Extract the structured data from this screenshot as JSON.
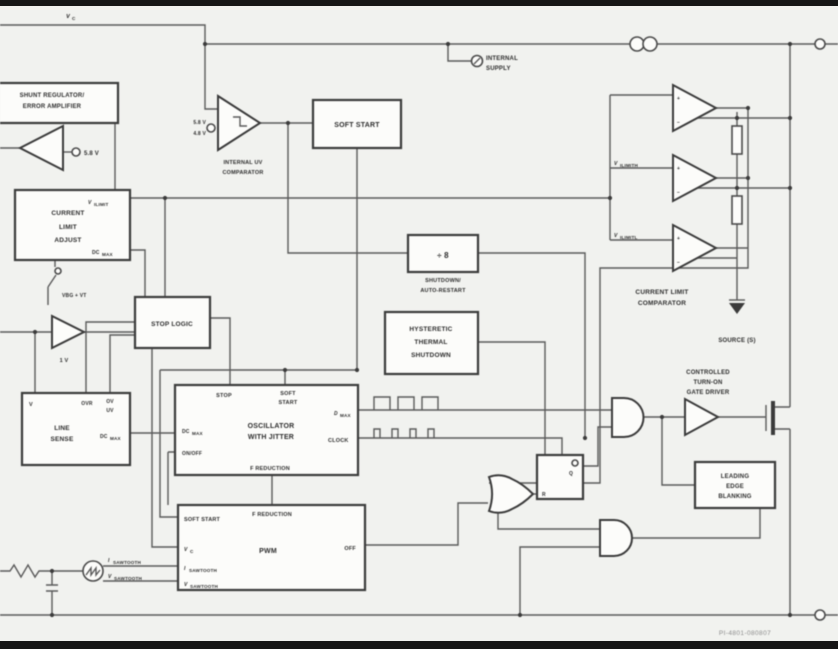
{
  "figure": {
    "id": "PI-4801-080807"
  },
  "labels": {
    "vc_m": "V",
    "vc_s": "C",
    "internal_supply_1": "INTERNAL",
    "internal_supply_2": "SUPPLY",
    "shunt_1": "SHUNT REGULATOR/",
    "shunt_2": "ERROR AMPLIFIER",
    "ref": "5.8 V",
    "uv_hi": "5.8 V",
    "uv_lo": "4.8 V",
    "uv_comp_1": "INTERNAL UV",
    "uv_comp_2": "COMPARATOR",
    "soft_start": "SOFT START",
    "div8": "÷ 8",
    "div8_cap_1": "SHUTDOWN/",
    "div8_cap_2": "AUTO-RESTART",
    "thermal_1": "HYSTERETIC",
    "thermal_2": "THERMAL",
    "thermal_3": "SHUTDOWN",
    "cla_1": "CURRENT",
    "cla_2": "LIMIT",
    "cla_3": "ADJUST",
    "cla_out_m": "V",
    "cla_out_s": "ILIMIT",
    "cla_dc_m": "DC",
    "cla_dc_s": "MAX",
    "vbgvt": "VBG + VT",
    "one_v": "1 V",
    "stop_logic": "STOP LOGIC",
    "ls_v": "V",
    "ls_ovr": "OVR",
    "ls_ov": "OV",
    "ls_uv": "UV",
    "ls_1": "LINE",
    "ls_2": "SENSE",
    "ls_dc_m": "DC",
    "ls_dc_s": "MAX",
    "osc_stop": "STOP",
    "osc_ss_1": "SOFT",
    "osc_ss_2": "START",
    "osc_1": "OSCILLATOR",
    "osc_2": "WITH JITTER",
    "osc_dc_m": "DC",
    "osc_dc_s": "MAX",
    "osc_onoff": "ON/OFF",
    "osc_fred": "F REDUCTION",
    "osc_dmax_m": "D",
    "osc_dmax_s": "MAX",
    "osc_clock": "CLOCK",
    "pwm_fred": "F REDUCTION",
    "pwm_p1": "SOFT START",
    "pwm_p2_m": "V",
    "pwm_p2_s": "C",
    "pwm_p3_m": "I",
    "pwm_p3_s": "SAWTOOTH",
    "pwm_p4_m": "V",
    "pwm_p4_s": "SAWTOOTH",
    "pwm": "PWM",
    "pwm_off": "OFF",
    "w_isaw_m": "I",
    "w_isaw_s": "SAWTOOTH",
    "w_vsaw_m": "V",
    "w_vsaw_s": "SAWTOOTH",
    "clc_1": "CURRENT LIMIT",
    "clc_2": "COMPARATOR",
    "ilim_h_m": "V",
    "ilim_h_s": "ILIMITH",
    "ilim_l_m": "V",
    "ilim_l_s": "ILIMITL",
    "source_s": "SOURCE (S)",
    "gd_1": "CONTROLLED",
    "gd_2": "TURN-ON",
    "gd_3": "GATE DRIVER",
    "leb_1": "LEADING",
    "leb_2": "EDGE",
    "leb_3": "BLANKING",
    "latch_q": "Q",
    "latch_r": "R",
    "plus": "+",
    "minus": "−"
  }
}
